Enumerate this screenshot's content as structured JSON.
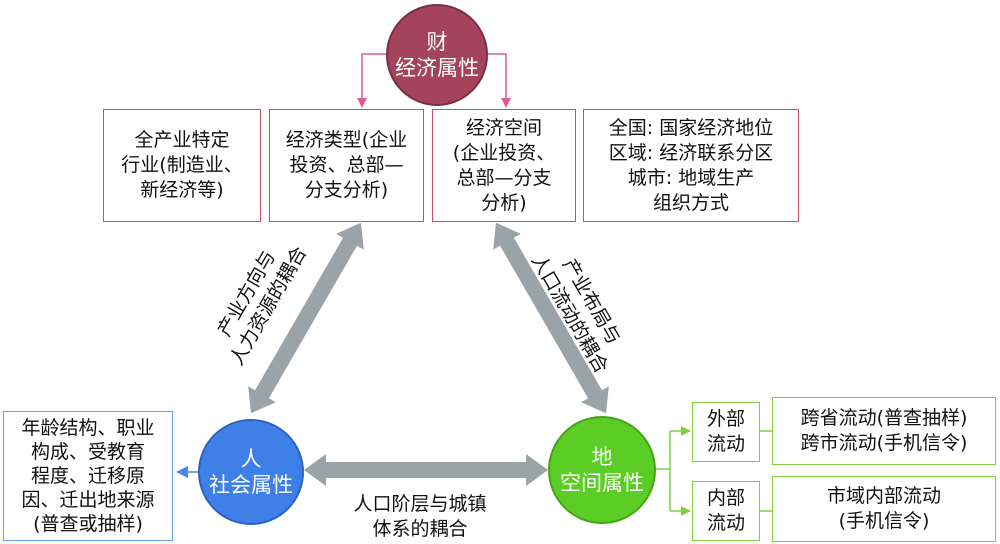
{
  "nodes": {
    "economic": {
      "line1": "财",
      "line2": "经济属性",
      "color": "#a3445c"
    },
    "social": {
      "line1": "人",
      "line2": "社会属性",
      "color": "#3f80e8"
    },
    "spatial": {
      "line1": "地",
      "line2": "空间属性",
      "color": "#5ccc26"
    }
  },
  "top_boxes": {
    "industry": [
      "全产业特定",
      "行业(制造业、",
      "新经济等)"
    ],
    "econ_type": [
      "经济类型(企业",
      "投资、总部—",
      "分支分析)"
    ],
    "econ_space": [
      "经济空间",
      "(企业投资、",
      "总部—分支",
      "分析)"
    ],
    "scales": [
      "全国: 国家经济地位",
      "区域: 经济联系分区",
      "城市: 地域生产",
      "组织方式"
    ]
  },
  "social_box": [
    "年龄结构、职业",
    "构成、受教育",
    "程度、迁移原",
    "因、迁出地来源",
    "(普查或抽样)"
  ],
  "flows": {
    "external": {
      "label": [
        "外部",
        "流动"
      ],
      "detail": [
        "跨省流动(普查抽样)",
        "跨市流动(手机信令)"
      ]
    },
    "internal": {
      "label": [
        "内部",
        "流动"
      ],
      "detail": [
        "市域内部流动",
        "(手机信令)"
      ]
    }
  },
  "edges": {
    "left": [
      "产业方向与",
      "人力资源的耦合"
    ],
    "right": [
      "产业布局与",
      "人口流动的耦合"
    ],
    "bottom": [
      "人口阶层与城镇",
      "体系的耦合"
    ]
  },
  "colors": {
    "economic_border": "#c9525e",
    "spatial_border": "#7fce43",
    "social_border": "#6a9ee6",
    "edge_arrow": "#9aa4a8",
    "pink_connector": "#e05a9a"
  }
}
